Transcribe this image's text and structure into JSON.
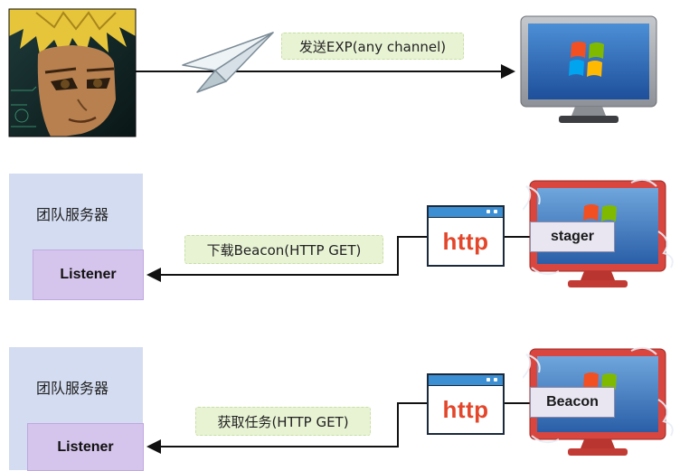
{
  "rows": [
    {
      "label": "发送EXP(any channel)"
    },
    {
      "server_title": "团队服务器",
      "listener": "Listener",
      "label": "下载Beacon(HTTP GET)",
      "http": "http",
      "tag": "stager"
    },
    {
      "server_title": "团队服务器",
      "listener": "Listener",
      "label": "获取任务(HTTP GET)",
      "http": "http",
      "tag": "Beacon"
    }
  ],
  "colors": {
    "label_bg": "#e8f3d4",
    "server_bg": "#d3dcf1",
    "listener_bg": "#d5c4ec",
    "http_text": "#e3462a",
    "browser_bar": "#3d8fd4",
    "monitor_red": "#d9463f",
    "monitor_gray": "#a9acb2"
  },
  "icons": [
    "attacker-avatar",
    "paper-plane-icon",
    "windows-monitor-icon",
    "infected-monitor-icon",
    "browser-window-icon"
  ]
}
